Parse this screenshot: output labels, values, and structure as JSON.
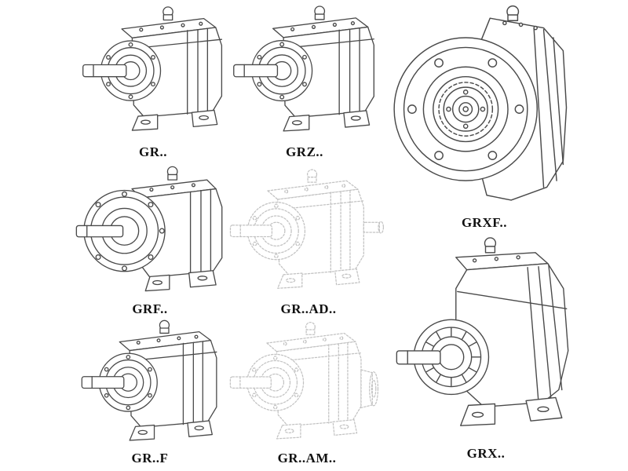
{
  "page": {
    "background": "#ffffff",
    "line_color": "#4a4a4a",
    "faint_line_color": "#c3c3c3",
    "label_color": "#111111"
  },
  "items": [
    {
      "model": "GR..",
      "drawing": "foot-mounted-helical-gearbox",
      "render": "solid"
    },
    {
      "model": "GRZ..",
      "drawing": "foot-mounted-helical-gearbox",
      "render": "solid"
    },
    {
      "model": "GRXF..",
      "drawing": "flange-mounted-helical-gearbox-front-view",
      "render": "solid"
    },
    {
      "model": "GRF..",
      "drawing": "flange-and-foot-helical-gearbox",
      "render": "solid"
    },
    {
      "model": "GR..AD..",
      "drawing": "helical-gearbox-with-input-adapter",
      "render": "faint-dashed"
    },
    {
      "model": "GR..F",
      "drawing": "foot-mounted-helical-gearbox",
      "render": "solid"
    },
    {
      "model": "GR..AM..",
      "drawing": "helical-gearbox-with-motor-adapter-flange",
      "render": "faint-dashed"
    },
    {
      "model": "GRX..",
      "drawing": "large-foot-mounted-helical-gearbox",
      "render": "solid"
    }
  ]
}
